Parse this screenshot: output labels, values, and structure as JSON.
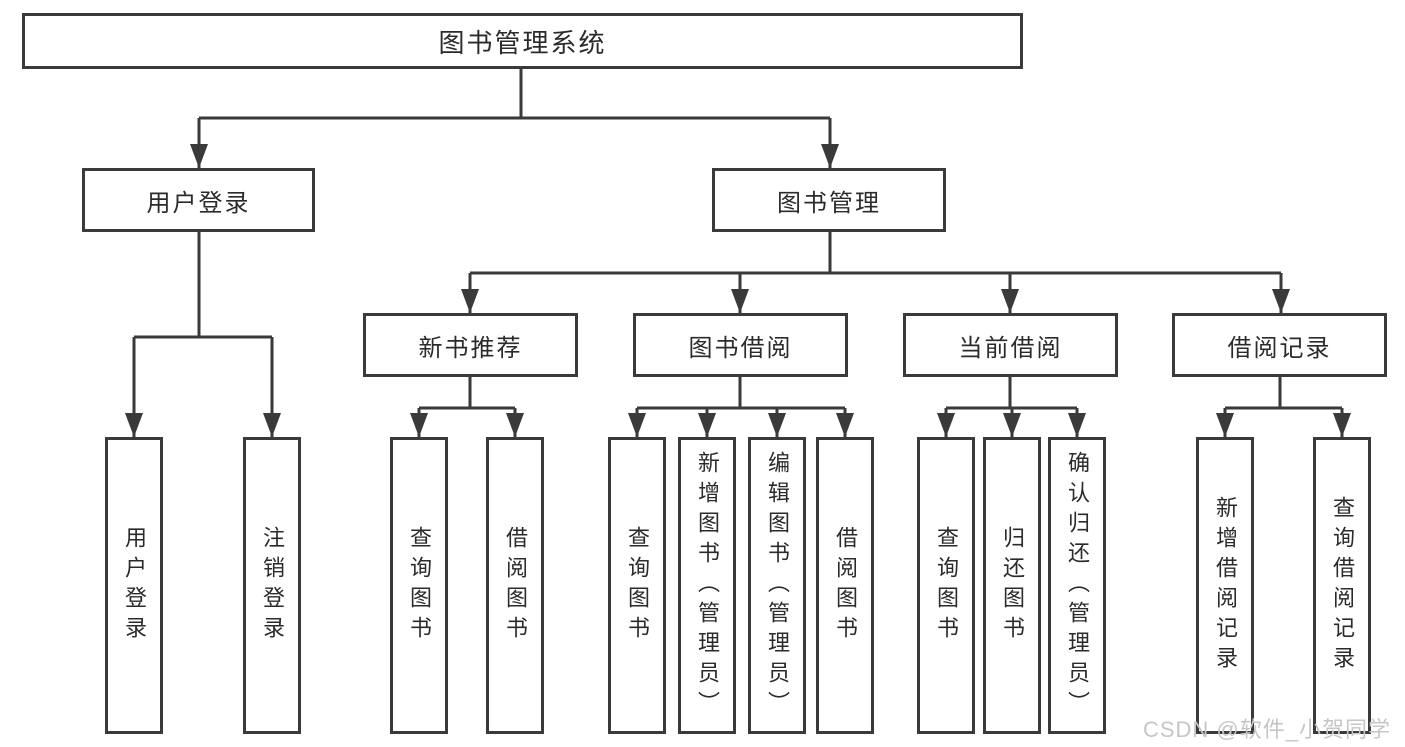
{
  "root": {
    "label": "图书管理系统"
  },
  "branches": [
    {
      "label": "用户登录",
      "children": [
        {
          "label": "用户登录"
        },
        {
          "label": "注销登录"
        }
      ]
    },
    {
      "label": "图书管理",
      "groups": [
        {
          "label": "新书推荐",
          "children": [
            {
              "label": "查询图书"
            },
            {
              "label": "借阅图书"
            }
          ]
        },
        {
          "label": "图书借阅",
          "children": [
            {
              "label": "查询图书"
            },
            {
              "label": "新增图书（管理员）"
            },
            {
              "label": "编辑图书（管理员）"
            },
            {
              "label": "借阅图书"
            }
          ]
        },
        {
          "label": "当前借阅",
          "children": [
            {
              "label": "查询图书"
            },
            {
              "label": "归还图书"
            },
            {
              "label": "确认归还（管理员）"
            }
          ]
        },
        {
          "label": "借阅记录",
          "children": [
            {
              "label": "新增借阅记录"
            },
            {
              "label": "查询借阅记录"
            }
          ]
        }
      ]
    }
  ],
  "watermark": {
    "text": "CSDN @软件_小贺同学"
  },
  "colors": {
    "line": "#3a3a3a",
    "text": "#2b2b2b",
    "background": "#ffffff",
    "watermark": "#c6c6c6"
  }
}
